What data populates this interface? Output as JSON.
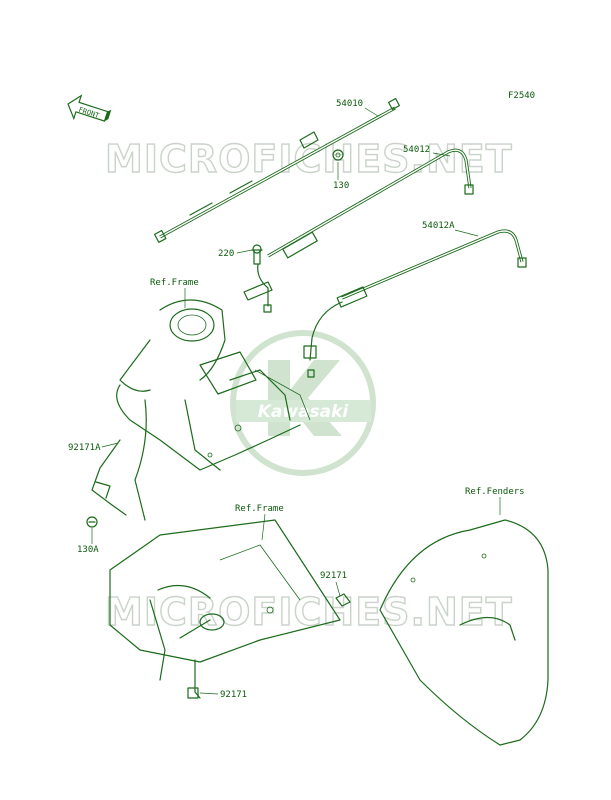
{
  "figure_code": "F2540",
  "front_arrow": {
    "label": "FRONT"
  },
  "watermark": {
    "text": "MICROFICHES.NET"
  },
  "logo": {
    "text": "Kawasaki"
  },
  "ref_labels": {
    "frame_top": "Ref.Frame",
    "frame_bottom": "Ref.Frame",
    "fenders": "Ref.Fenders"
  },
  "parts": {
    "p54010": "54010",
    "p54012": "54012",
    "p54012a": "54012A",
    "p130": "130",
    "p220": "220",
    "p92171a": "92171A",
    "p130a": "130A",
    "p92171_right": "92171",
    "p92171_bottom": "92171"
  },
  "colors": {
    "line": "#1c6b1c",
    "label": "#0a5a0a",
    "watermark": "#c9d3c9",
    "background": "#ffffff"
  }
}
